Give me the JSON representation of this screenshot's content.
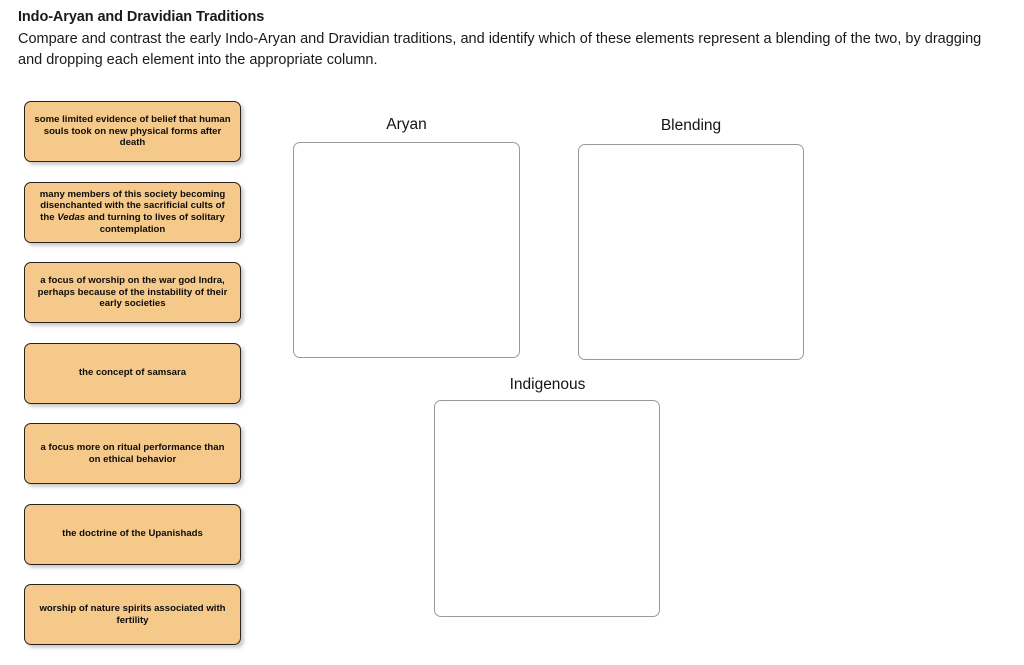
{
  "header": {
    "title": "Indo-Aryan and Dravidian Traditions",
    "instructions": "Compare and contrast the early Indo-Aryan and Dravidian traditions, and identify which of these elements represent a blending of the two, by dragging and dropping each element into the appropriate column."
  },
  "elements": [
    {
      "id": "souls-new-forms",
      "text": "some limited evidence of belief that human souls took on new physical forms after death"
    },
    {
      "id": "disenchanted-vedas",
      "text_before": "many members of this society becoming disenchanted with the sacrificial cults of the ",
      "text_italic": "Vedas",
      "text_after": " and turning to lives of solitary contemplation"
    },
    {
      "id": "war-god-indra",
      "text": "a focus of worship on the war god Indra, perhaps because of the instability of their early societies"
    },
    {
      "id": "concept-samsara",
      "text": "the concept of samsara"
    },
    {
      "id": "ritual-performance",
      "text": "a focus more on ritual performance than on ethical behavior"
    },
    {
      "id": "doctrine-upanishads",
      "text": "the doctrine of the Upanishads"
    },
    {
      "id": "nature-spirits-fertility",
      "text": "worship of nature spirits associated with fertility"
    }
  ],
  "drop_zones": [
    {
      "id": "aryan",
      "label": "Aryan",
      "items": []
    },
    {
      "id": "blending",
      "label": "Blending",
      "items": []
    },
    {
      "id": "indigenous",
      "label": "Indigenous",
      "items": []
    }
  ],
  "colors": {
    "card_fill": "#f5c98a",
    "card_border": "#2b2118",
    "dropbox_border": "#9a9a9a",
    "page_background": "#ffffff",
    "text": "#1a1a1a"
  }
}
